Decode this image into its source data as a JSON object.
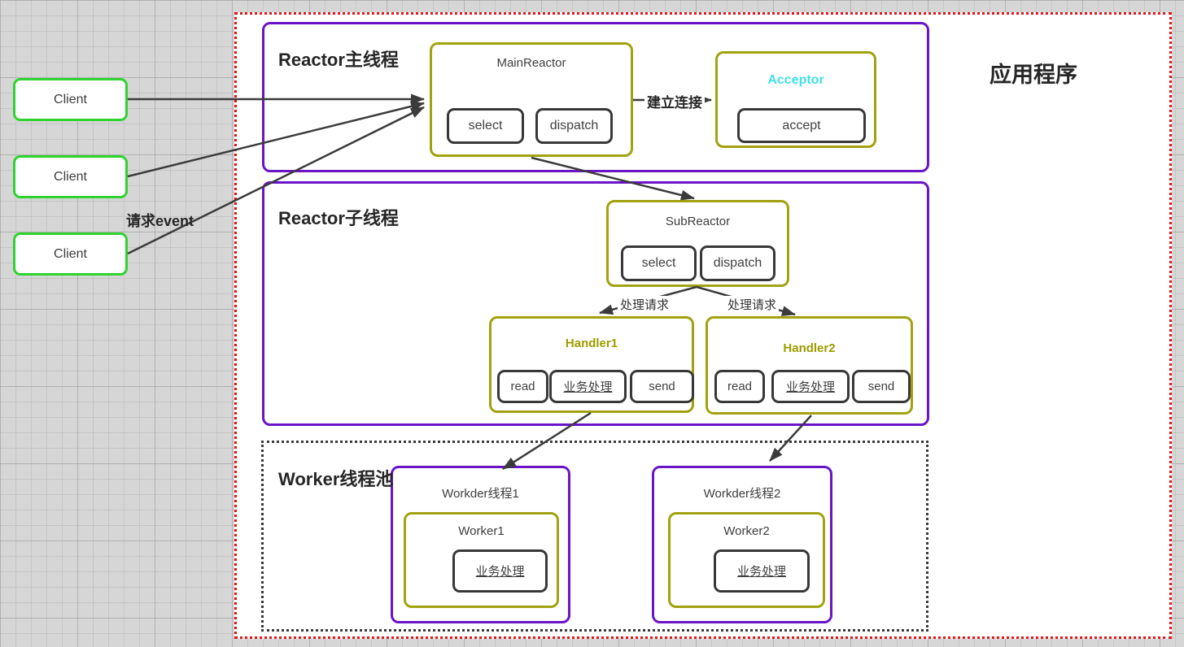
{
  "app": {
    "title": "应用程序"
  },
  "clients": [
    {
      "label": "Client"
    },
    {
      "label": "Client"
    },
    {
      "label": "Client"
    }
  ],
  "edge_labels": {
    "request": "请求event",
    "connect": "建立连接",
    "handle_left": "处理请求",
    "handle_right": "处理请求"
  },
  "main_thread": {
    "title": "Reactor主线程",
    "main_reactor": {
      "title": "MainReactor",
      "ops": [
        "select",
        "dispatch"
      ]
    },
    "acceptor": {
      "title": "Acceptor",
      "op": "accept"
    }
  },
  "sub_thread": {
    "title": "Reactor子线程",
    "sub_reactor": {
      "title": "SubReactor",
      "ops": [
        "select",
        "dispatch"
      ]
    },
    "handlers": [
      {
        "title": "Handler1",
        "ops": [
          "read",
          "业务处理",
          "send"
        ]
      },
      {
        "title": "Handler2",
        "ops": [
          "read",
          "业务处理",
          "send"
        ]
      }
    ]
  },
  "worker_pool": {
    "title": "Worker线程池",
    "threads": [
      {
        "title": "Workder线程1",
        "worker": {
          "title": "Worker1",
          "op": "业务处理"
        }
      },
      {
        "title": "Workder线程2",
        "worker": {
          "title": "Worker2",
          "op": "业务处理"
        }
      }
    ]
  },
  "colors": {
    "purple": "#6a14c8",
    "olive": "#a2a211",
    "green": "#2fd32f",
    "red": "#e21313",
    "cyan": "#3fe0e9",
    "handler-title": "#9c9c00",
    "arrow": "#3b3b3b"
  }
}
